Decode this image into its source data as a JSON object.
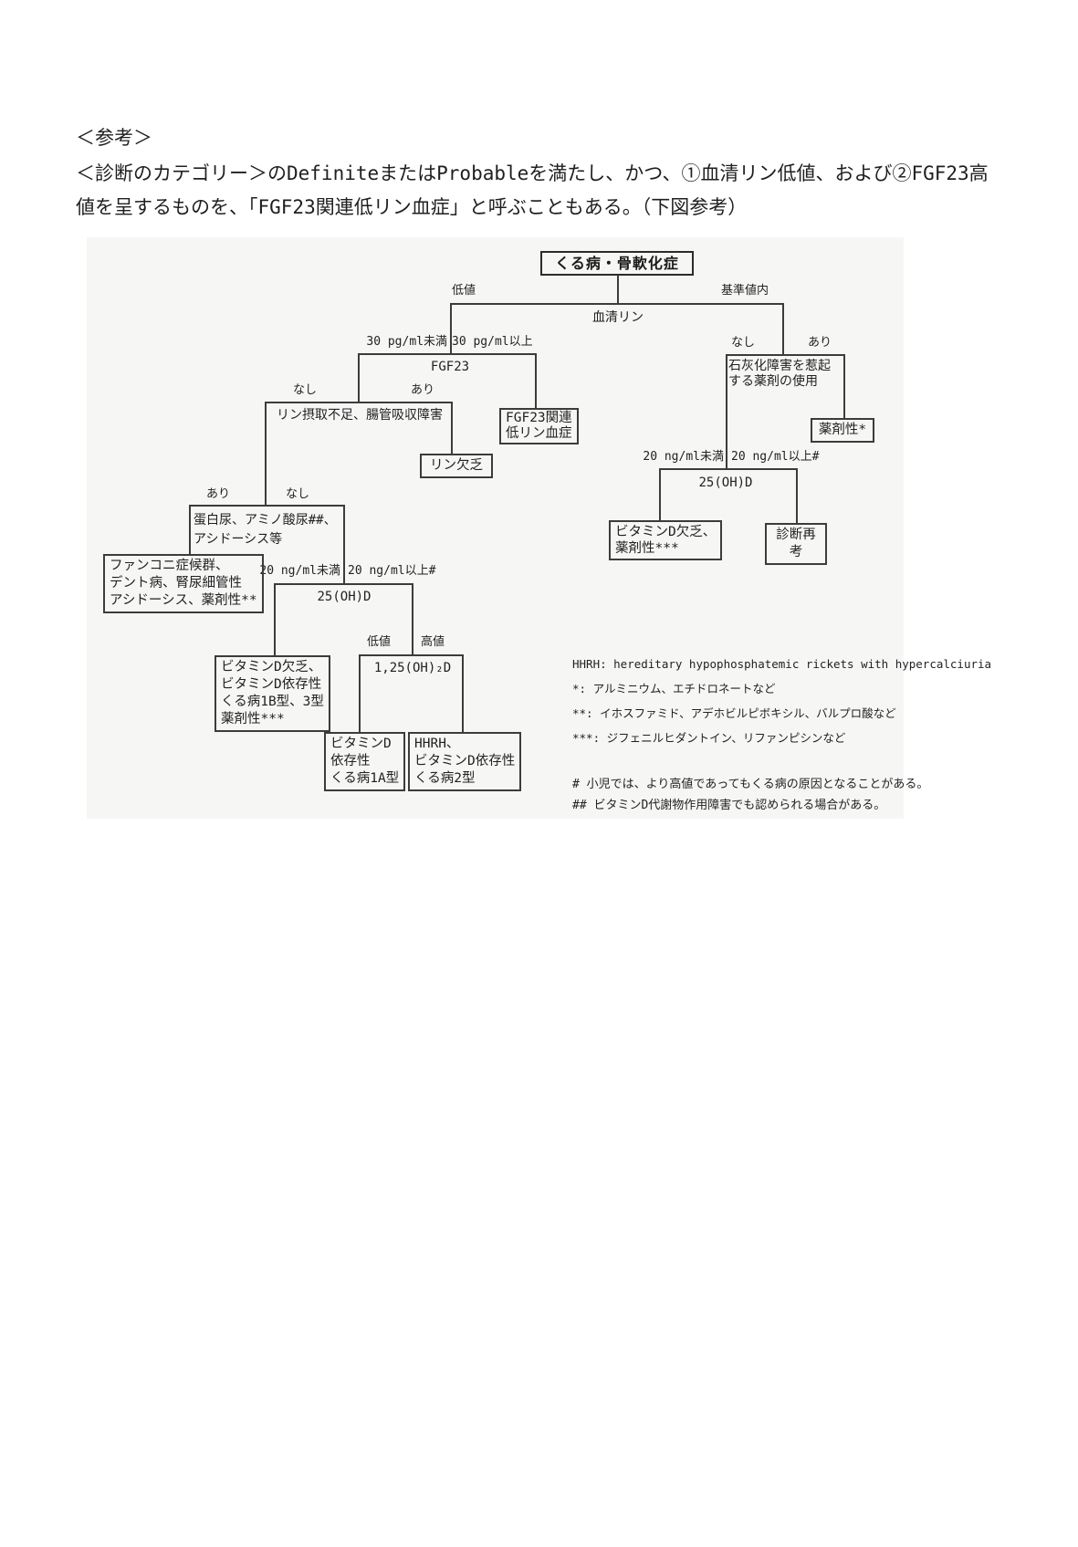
{
  "page": {
    "heading": "＜参考＞",
    "intro": "＜診断のカテゴリー＞のDefiniteまたはProbableを満たし、かつ、①血清リン低値、および②FGF23高値を呈するものを、「FGF23関連低リン血症」と呼ぶこともある。（下図参考）"
  },
  "flowchart": {
    "title": "くる病・骨軟化症",
    "branches": {
      "serum_p": {
        "left": "低値",
        "right": "基準値内",
        "label": "血清リン"
      },
      "fgf23": {
        "left": "30 pg/ml未満",
        "right": "30 pg/ml以上",
        "label": "FGF23"
      },
      "intake": {
        "left": "なし",
        "right": "あり",
        "label": "リン摂取不足、腸管吸収障害"
      },
      "urine": {
        "left": "あり",
        "right": "なし",
        "label": "蛋白尿、アミノ酸尿##、\nアシドーシス等"
      },
      "ohd25_left": {
        "left": "20 ng/ml未満",
        "right": "20 ng/ml以上#",
        "label": "25(OH)D"
      },
      "d125": {
        "left": "低値",
        "right": "高値",
        "label": "1,25(OH)₂D"
      },
      "drug": {
        "left": "なし",
        "right": "あり",
        "label": "石灰化障害を惹起\nする薬剤の使用"
      },
      "ohd25_right": {
        "left": "20 ng/ml未満",
        "right": "20 ng/ml以上#",
        "label": "25(OH)D"
      }
    },
    "nodes": {
      "fgf23_related": "FGF23関連\n低リン血症",
      "p_deficiency": "リン欠乏",
      "fanconi": "ファンコニ症候群、\nデント病、腎尿細管性\nアシドーシス、薬剤性**",
      "vitd_deficiency_left": "ビタミンD欠乏、\nビタミンD依存性\nくる病1B型、3型\n薬剤性***",
      "vdd_rickets_1a": "ビタミンD\n依存性\nくる病1A型",
      "hhrh_vdd2": "HHRH、\nビタミンD依存性\nくる病2型",
      "drug_induced": "薬剤性*",
      "vitd_deficiency_right": "ビタミンD欠乏、\n薬剤性***",
      "rediagnosis": "診断再考"
    },
    "legend": [
      "HHRH: hereditary hypophosphatemic rickets with hypercalciuria",
      "*: アルミニウム、エチドロネートなど",
      "**: イホスファミド、アデホビルピボキシル、バルプロ酸など",
      "***: ジフェニルヒダントイン、リファンピシンなど"
    ],
    "footnotes": [
      "# 小児では、より高値であってもくる病の原因となることがある。",
      "## ビタミンD代謝物作用障害でも認められる場合がある。"
    ]
  }
}
